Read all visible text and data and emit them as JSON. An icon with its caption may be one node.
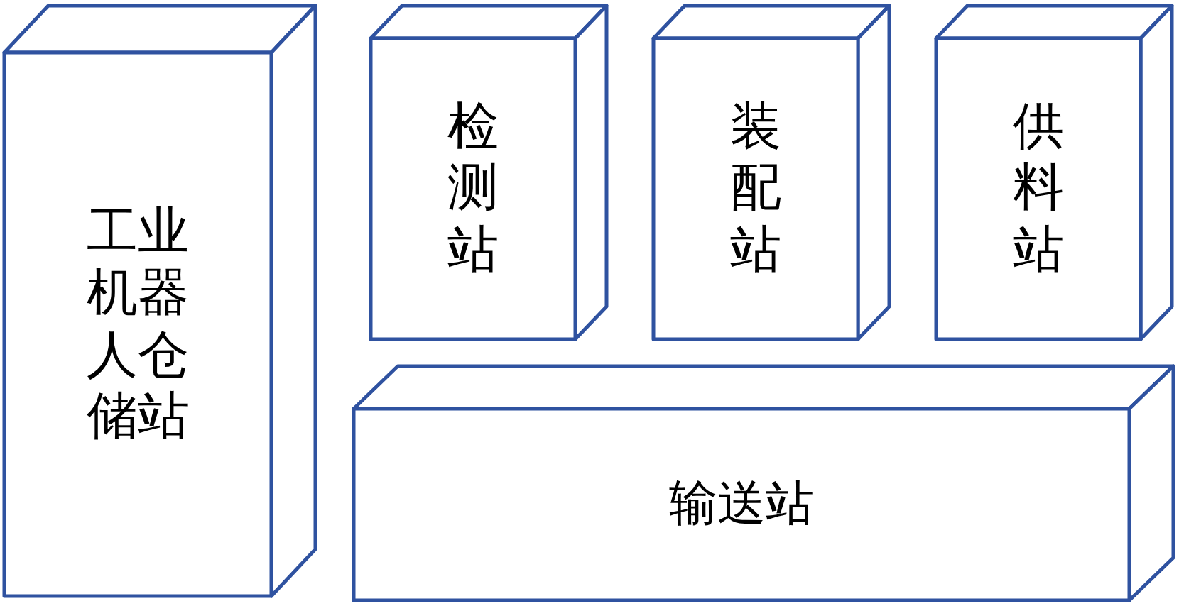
{
  "diagram": {
    "nodes": [
      {
        "text": [
          "工业机器人仓储站"
        ]
      },
      {
        "text": [
          "检测站"
        ]
      },
      {
        "text": [
          "装配站"
        ]
      },
      {
        "text": [
          "供料站"
        ]
      },
      {
        "text": [
          "输送站"
        ]
      }
    ]
  }
}
